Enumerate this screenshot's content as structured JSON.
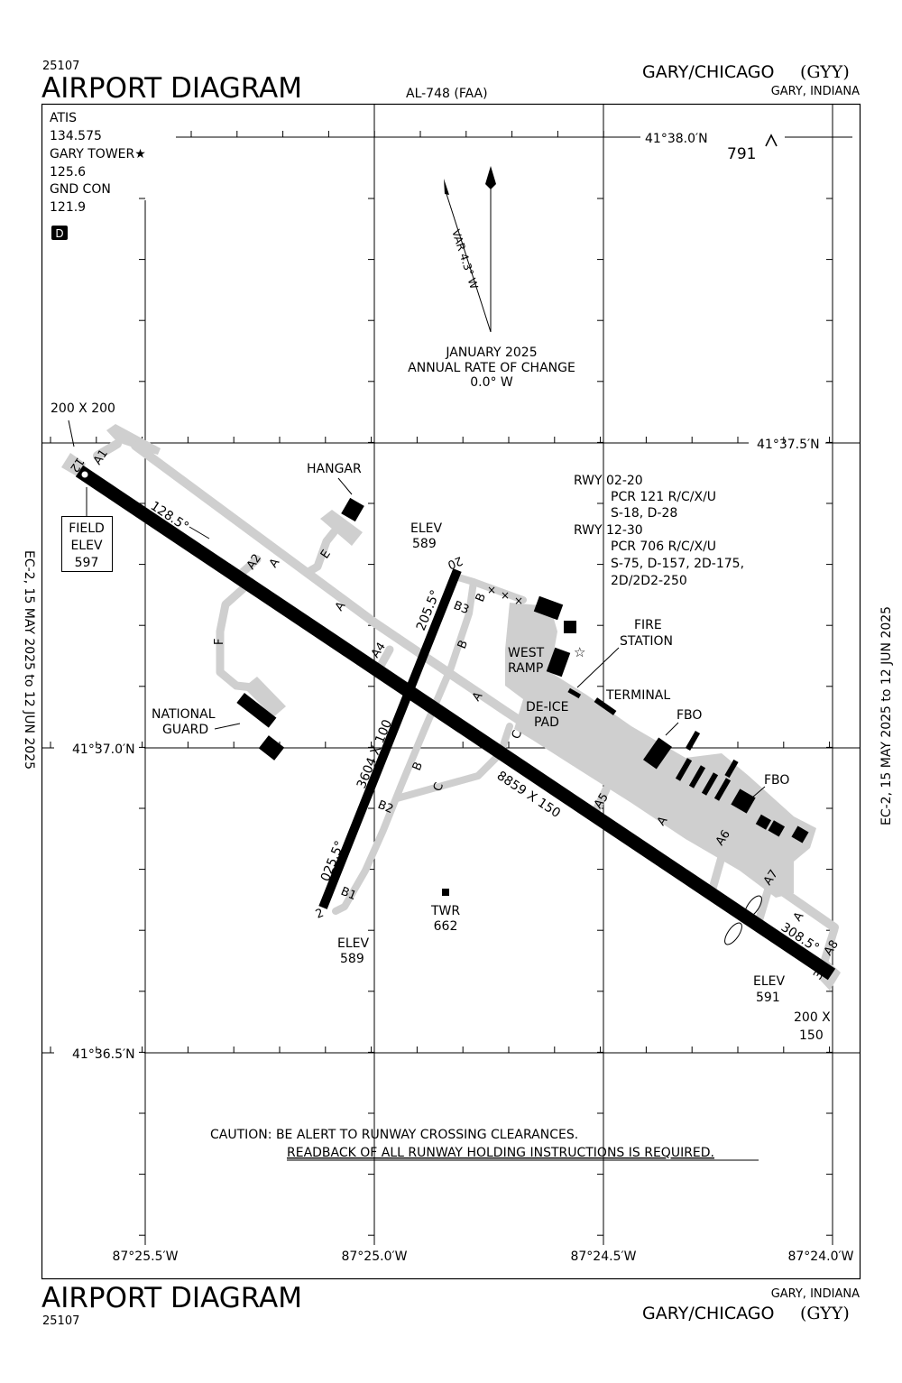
{
  "header": {
    "chart_number": "25107",
    "title": "AIRPORT DIAGRAM",
    "chart_id": "AL-748 (FAA)",
    "airport": "GARY/CHICAGO",
    "ident": "(GYY)",
    "location": "GARY, INDIANA"
  },
  "footer": {
    "chart_number": "25107",
    "title": "AIRPORT DIAGRAM",
    "airport": "GARY/CHICAGO",
    "ident": "(GYY)",
    "location": "GARY, INDIANA"
  },
  "side_text": "EC-2, 15 MAY 2025 to 12 JUN 2025",
  "comms": [
    {
      "label": "ATIS",
      "freq": "134.575"
    },
    {
      "label": "GARY TOWER★",
      "freq": "125.6"
    },
    {
      "label": "GND CON",
      "freq": "121.9"
    }
  ],
  "airspace_badge": "D",
  "latitudes": [
    "41°38.0′N",
    "41°37.5′N",
    "41°37.0′N",
    "41°36.5′N"
  ],
  "longitudes": [
    "87°25.5′W",
    "87°25.0′W",
    "87°24.5′W",
    "87°24.0′W"
  ],
  "obstacle": "791",
  "magvar": {
    "var": "VAR 4.3° W",
    "date": "JANUARY 2025",
    "rate_label": "ANNUAL RATE OF CHANGE",
    "rate": "0.0° W"
  },
  "runway_info": [
    "RWY 02-20",
    "PCR 121 R/C/X/U",
    "S-18, D-28",
    "RWY 12-30",
    "PCR 706 R/C/X/U",
    "S-75, D-157, 2D-175,",
    "2D/2D2-250"
  ],
  "field_elev": {
    "line1": "FIELD",
    "line2": "ELEV",
    "value": "597"
  },
  "runways": {
    "r12": {
      "id": "12",
      "heading": "128.5°",
      "dims": "8859 X 150",
      "threshold": "200 X 200"
    },
    "r30": {
      "id": "30",
      "heading": "308.5°",
      "elev_label": "ELEV",
      "elev": "591",
      "threshold1": "200 X",
      "threshold2": "150"
    },
    "r20": {
      "id": "20",
      "heading": "205.5°",
      "elev_label": "ELEV",
      "elev": "589"
    },
    "r2": {
      "id": "2",
      "heading": "025.5°",
      "dims": "3604 X 100",
      "elev_label": "ELEV",
      "elev": "589"
    }
  },
  "taxiways": [
    "A1",
    "A2",
    "A",
    "E",
    "A",
    "A4",
    "F",
    "B3",
    "B",
    "B",
    "B",
    "B2",
    "B1",
    "C",
    "C",
    "A",
    "A5",
    "A",
    "A6",
    "A7",
    "A",
    "A8"
  ],
  "facilities": {
    "hangar": "HANGAR",
    "national_guard_1": "NATIONAL",
    "national_guard_2": "GUARD",
    "west_ramp_1": "WEST",
    "west_ramp_2": "RAMP",
    "fire_1": "FIRE",
    "fire_2": "STATION",
    "terminal": "TERMINAL",
    "deice_1": "DE-ICE",
    "deice_2": "PAD",
    "fbo_1": "FBO",
    "fbo_2": "FBO",
    "twr": "TWR",
    "twr_elev": "662"
  },
  "caution": {
    "line1": "CAUTION: BE ALERT TO RUNWAY CROSSING CLEARANCES.",
    "line2": "READBACK OF ALL RUNWAY HOLDING INSTRUCTIONS IS REQUIRED."
  }
}
